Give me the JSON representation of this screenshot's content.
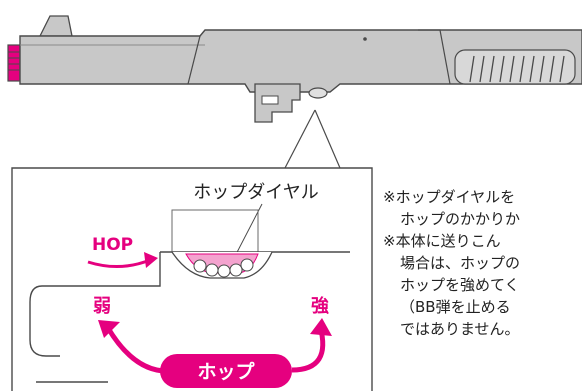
{
  "callout": {
    "label": "ホップダイヤル",
    "hop_label": "HOP",
    "weak_label": "弱",
    "strong_label": "強",
    "pill_label": "ホップ"
  },
  "notes": [
    {
      "lines": [
        "※ホップダイヤルを",
        "ホップのかかりか"
      ]
    },
    {
      "lines": [
        "※本体に送りこん",
        "場合は、ホップの",
        "ホップを強めてく",
        "（BB弾を止める",
        "ではありません。"
      ]
    }
  ],
  "colors": {
    "accent": "#e5007f",
    "accent_light": "#f4a3cf",
    "slide_fill": "#c8c8c8",
    "outline": "#4a4a4a"
  }
}
